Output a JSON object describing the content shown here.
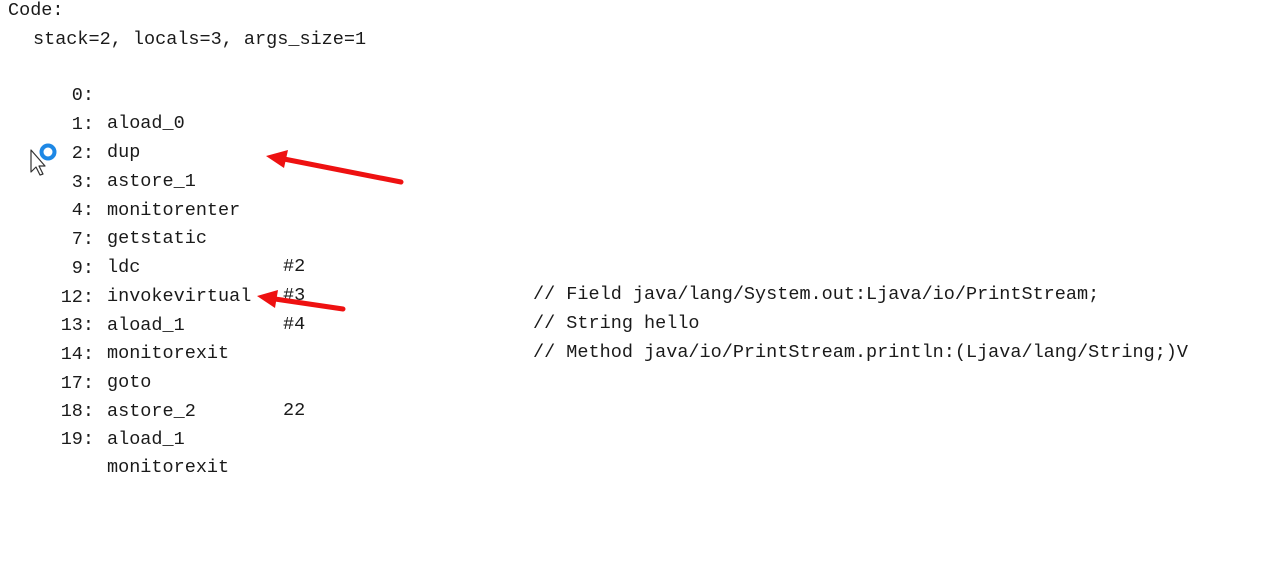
{
  "header": {
    "code_label": "Code:",
    "stack_info": "stack=2, locals=3, args_size=1"
  },
  "instructions": [
    {
      "offset": "0:",
      "opcode": "aload_0",
      "arg": "",
      "comment": ""
    },
    {
      "offset": "1:",
      "opcode": "dup",
      "arg": "",
      "comment": ""
    },
    {
      "offset": "2:",
      "opcode": "astore_1",
      "arg": "",
      "comment": ""
    },
    {
      "offset": "3:",
      "opcode": "monitorenter",
      "arg": "",
      "comment": ""
    },
    {
      "offset": "4:",
      "opcode": "getstatic",
      "arg": "#2",
      "comment": "// Field java/lang/System.out:Ljava/io/PrintStream;"
    },
    {
      "offset": "7:",
      "opcode": "ldc",
      "arg": "#3",
      "comment": "// String hello"
    },
    {
      "offset": "9:",
      "opcode": "invokevirtual",
      "arg": "#4",
      "comment": "// Method java/io/PrintStream.println:(Ljava/lang/String;)V"
    },
    {
      "offset": "12:",
      "opcode": "aload_1",
      "arg": "",
      "comment": ""
    },
    {
      "offset": "13:",
      "opcode": "monitorexit",
      "arg": "",
      "comment": ""
    },
    {
      "offset": "14:",
      "opcode": "goto",
      "arg": "22",
      "comment": ""
    },
    {
      "offset": "17:",
      "opcode": "astore_2",
      "arg": "",
      "comment": ""
    },
    {
      "offset": "18:",
      "opcode": "aload_1",
      "arg": "",
      "comment": ""
    },
    {
      "offset": "19:",
      "opcode": "monitorexit",
      "arg": "",
      "comment": ""
    }
  ],
  "colors": {
    "text": "#1a1a1a",
    "arrow": "#ee1111",
    "cursor_ring": "#1e88e5"
  },
  "icons": {
    "cursor": "mouse-pointer-icon",
    "busy": "busy-indicator-icon",
    "annotation": "red-arrow-icon"
  }
}
